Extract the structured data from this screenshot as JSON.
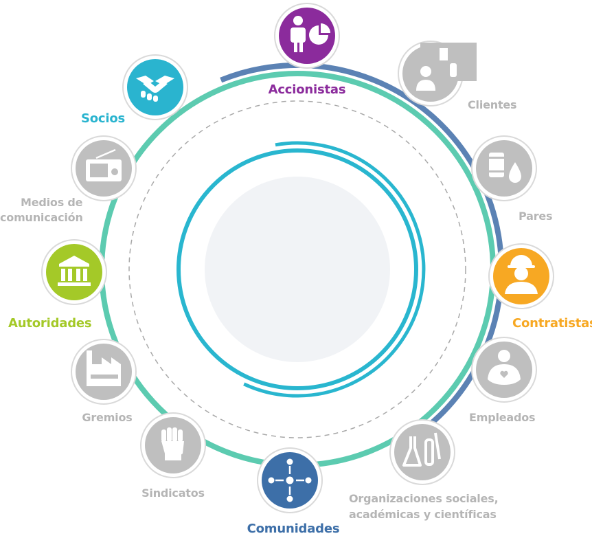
{
  "diagram": {
    "center_label": "",
    "colors": {
      "teal_ring": "#5ccbb0",
      "blue_arc": "#5b82b4",
      "inner_cyan": "#29b6cf",
      "gray_icon": "#bfbfbf",
      "center_fill": "#f1f3f6"
    },
    "stakeholders": [
      {
        "id": "accionistas",
        "label": "Accionistas",
        "icon": "shareholder-chart-icon",
        "color": "#8b2b9c",
        "highlighted": true
      },
      {
        "id": "clientes",
        "label": "Clientes",
        "icon": "client-retail-icon",
        "color": "#bfbfbf",
        "highlighted": false
      },
      {
        "id": "pares",
        "label": "Pares",
        "icon": "barrel-drop-icon",
        "color": "#bfbfbf",
        "highlighted": false
      },
      {
        "id": "contratistas",
        "label": "Contratistas",
        "icon": "worker-hardhat-icon",
        "color": "#f7a823",
        "highlighted": true
      },
      {
        "id": "empleados",
        "label": "Empleados",
        "icon": "employee-heart-icon",
        "color": "#bfbfbf",
        "highlighted": false
      },
      {
        "id": "organizaciones",
        "label_lines": [
          "Organizaciones sociales,",
          "académicas y científicas"
        ],
        "icon": "lab-flask-icon",
        "color": "#bfbfbf",
        "highlighted": false
      },
      {
        "id": "comunidades",
        "label": "Comunidades",
        "icon": "community-arrows-icon",
        "color": "#3d6fa8",
        "highlighted": true
      },
      {
        "id": "sindicatos",
        "label": "Sindicatos",
        "icon": "raised-fist-icon",
        "color": "#bfbfbf",
        "highlighted": false
      },
      {
        "id": "gremios",
        "label": "Gremios",
        "icon": "factory-icon",
        "color": "#bfbfbf",
        "highlighted": false
      },
      {
        "id": "autoridades",
        "label": "Autoridades",
        "icon": "government-building-icon",
        "color": "#a4c928",
        "highlighted": true
      },
      {
        "id": "medios",
        "label_lines": [
          "Medios de",
          "comunicación"
        ],
        "icon": "radio-icon",
        "color": "#bfbfbf",
        "highlighted": false
      },
      {
        "id": "socios",
        "label": "Socios",
        "icon": "handshake-icon",
        "color": "#2ab4cf",
        "highlighted": true
      }
    ]
  }
}
